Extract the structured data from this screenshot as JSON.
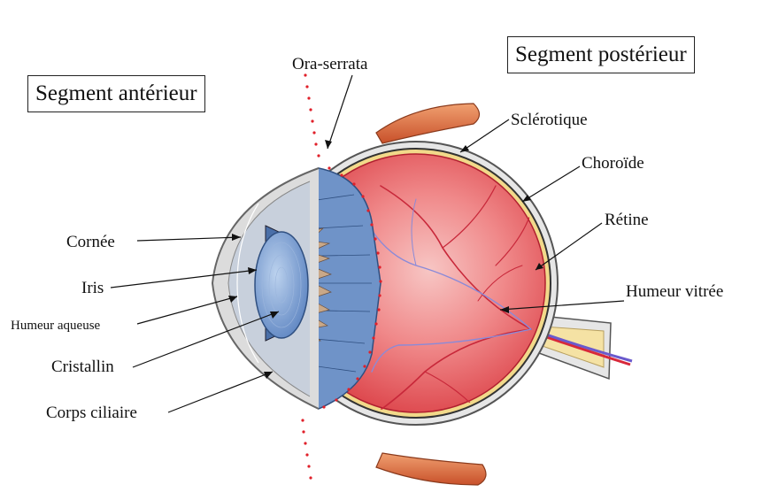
{
  "boxes": {
    "anterior": "Segment antérieur",
    "posterior": "Segment postérieur"
  },
  "labels": {
    "ora_serrata": "Ora-serrata",
    "sclerotique": "Sclérotique",
    "choroide": "Choroïde",
    "retine": "Rétine",
    "humeur_vitree": "Humeur vitrée",
    "cornee": "Cornée",
    "iris": "Iris",
    "humeur_aqueuse": "Humeur aqueuse",
    "cristallin": "Cristallin",
    "corps_ciliaire": "Corps ciliaire"
  },
  "colors": {
    "sclera": "#e6e6e6",
    "choroid": "#f2d98a",
    "retina_fill": "#ef5a5e",
    "vessel_red": "#d8283a",
    "vessel_blue": "#8a8ad8",
    "ciliary_blue": "#6f93c8",
    "lens_blue": "#7fa3d6",
    "muscle": "#d8683e",
    "ora_dots": "#e0202a"
  }
}
